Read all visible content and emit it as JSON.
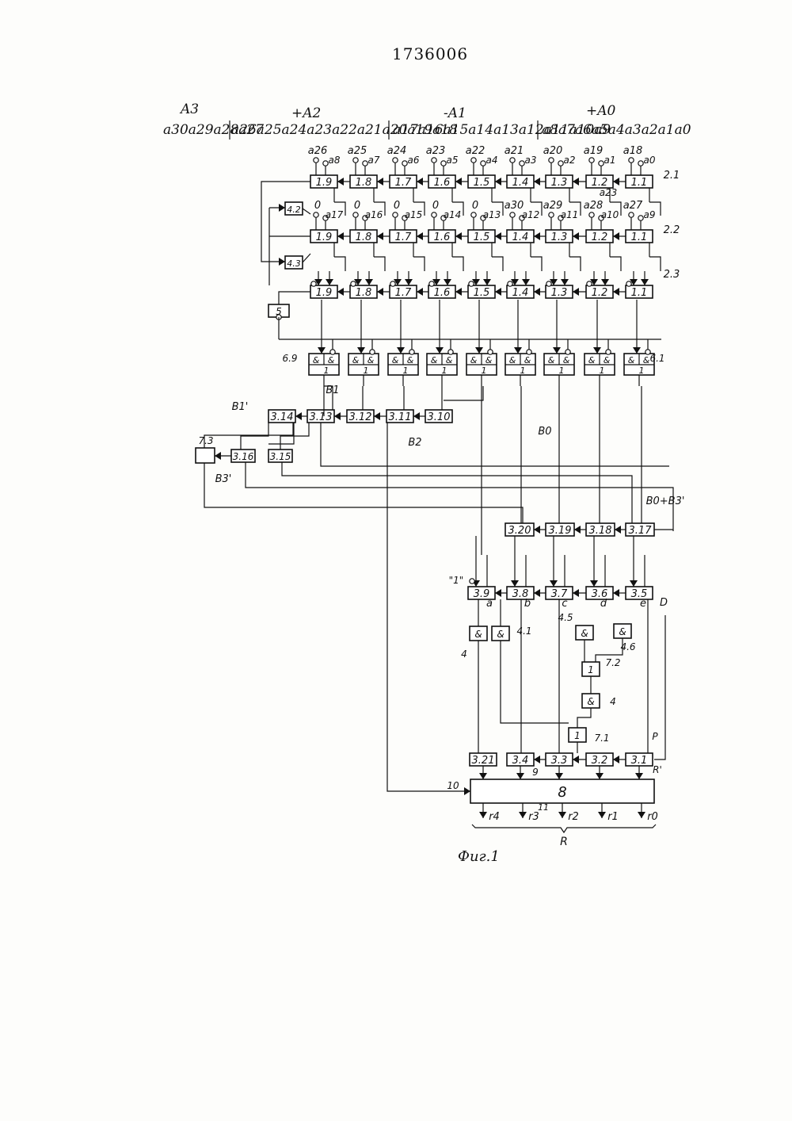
{
  "patent_number": "1736006",
  "figure_caption": "Фиг.1",
  "header": {
    "group_labels": [
      "A3",
      "+A2",
      "-A1",
      "+A0"
    ],
    "bit_groups": [
      "a30a29a28a27",
      "a26a25a24a23a22a21a20a19a18",
      "a17a16a15a14a13a12a11a10a9",
      "a8a7a6a5a4a3a2a1a0"
    ]
  },
  "rows": [
    {
      "label": "2.1",
      "blocks": [
        "1.9",
        "1.8",
        "1.7",
        "1.6",
        "1.5",
        "1.4",
        "1.3",
        "1.2",
        "1.1"
      ],
      "inputs": [
        [
          "a26",
          "a8"
        ],
        [
          "a25",
          "a7"
        ],
        [
          "a24",
          "a6"
        ],
        [
          "a23",
          "a5"
        ],
        [
          "a22",
          "a4"
        ],
        [
          "a21",
          "a3"
        ],
        [
          "a20",
          "a2"
        ],
        [
          "a19",
          "a1"
        ],
        [
          "a18",
          "a0"
        ]
      ]
    },
    {
      "label": "2.2",
      "blocks": [
        "1.9",
        "1.8",
        "1.7",
        "1.6",
        "1.5",
        "1.4",
        "1.3",
        "1.2",
        "1.1"
      ],
      "inputs": [
        [
          "0",
          "a17"
        ],
        [
          "0",
          "a16"
        ],
        [
          "0",
          "a15"
        ],
        [
          "0",
          "a14"
        ],
        [
          "0",
          "a13"
        ],
        [
          "a30",
          "a12"
        ],
        [
          "a29",
          "a11"
        ],
        [
          "a28",
          "a10"
        ],
        [
          "a27",
          "a9"
        ]
      ]
    },
    {
      "label": "2.3",
      "blocks": [
        "1.9",
        "1.8",
        "1.7",
        "1.6",
        "1.5",
        "1.4",
        "1.3",
        "1.2",
        "1.1"
      ],
      "inputs": []
    }
  ],
  "side_labels": {
    "r2_extra": "a23",
    "left_blocks": [
      "4.2",
      "4.3"
    ],
    "block5": "5"
  },
  "gates_row": {
    "first": "6.9",
    "last": "6.1",
    "top": [
      "&",
      "&"
    ],
    "bottom": "1"
  },
  "bus_labels": {
    "b1": "B1",
    "b1p": "B1'",
    "b2": "B2",
    "b0": "B0",
    "b3p": "B3'",
    "b0b3": "B0+B3'"
  },
  "mid_blocks": [
    "3.14",
    "3.13",
    "3.12",
    "3.11",
    "3.10"
  ],
  "low_blocks": [
    "3.16",
    "3.15"
  ],
  "block73": "7.3",
  "sum_blocks": [
    "3.20",
    "3.19",
    "3.18",
    "3.17"
  ],
  "c_blocks": [
    "3.9",
    "3.8",
    "3.7",
    "3.6",
    "3.5"
  ],
  "const_one": "\"1\"",
  "c_labels": [
    "a",
    "b",
    "c",
    "d",
    "e",
    "D"
  ],
  "logic": {
    "and_gate": "&",
    "or_gate": "1",
    "labels": [
      "4",
      "4.1",
      "4.5",
      "4.6",
      "7.2",
      "4",
      "7.1",
      "P"
    ]
  },
  "out_blocks": [
    "3.21",
    "3.4",
    "3.3",
    "3.2",
    "3.1"
  ],
  "out_labels": {
    "rp": "R'",
    "nine": "9",
    "ten": "10",
    "eleven": "11"
  },
  "block8": "8",
  "outputs": [
    "r4",
    "r3",
    "r2",
    "r1",
    "r0"
  ],
  "result_label": "R"
}
